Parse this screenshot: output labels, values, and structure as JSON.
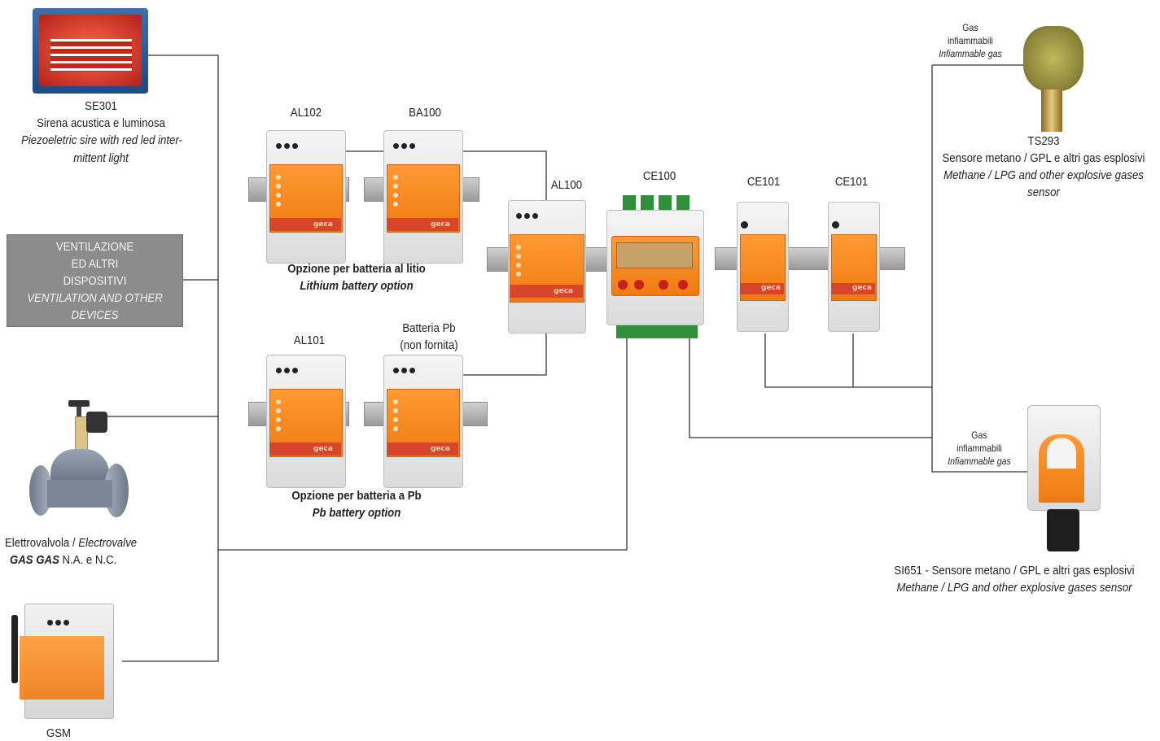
{
  "siren": {
    "code": "SE301",
    "line1": "Sirena acustica e luminosa",
    "line2": "Piezoeletric sire with red led inter-",
    "line3": "mittent light"
  },
  "ventilation": {
    "line1": "VENTILAZIONE",
    "line2": "ED ALTRI",
    "line3": "DISPOSITIVI",
    "line4": "VENTILATION AND OTHER",
    "line5": "DEVICES"
  },
  "valve": {
    "line1a": "Elettrovalvola / ",
    "line1b": "Electrovalve",
    "line2a": "GAS GAS",
    "line2b": " N.A. e N.C."
  },
  "gsm": {
    "label": "GSM"
  },
  "modules": {
    "al102": "AL102",
    "ba100": "BA100",
    "al101": "AL101",
    "batteria_pb_1": "Batteria Pb",
    "batteria_pb_2": "(non fornita)",
    "al100": "AL100",
    "ce100": "CE100",
    "ce101_a": "CE101",
    "ce101_b": "CE101",
    "brand": "geca"
  },
  "options": {
    "lithium_it": "Opzione per batteria al litio",
    "lithium_en": "Lithium battery option",
    "pb_it": "Opzione per batteria a Pb",
    "pb_en": "Pb battery option"
  },
  "ts293": {
    "gas1": "Gas",
    "gas2": "infiammabili",
    "gas3": "Infiammable gas",
    "code": "TS293",
    "line1": "Sensore metano / GPL e altri gas esplosivi",
    "line2": "Methane / LPG and other explosive gases",
    "line3": "sensor"
  },
  "si651": {
    "gas1": "Gas",
    "gas2": "infiammabili",
    "gas3": "Infiammable gas",
    "line1": "SI651 - Sensore metano / GPL e altri gas esplosivi",
    "line2": "Methane / LPG and other explosive gases sensor"
  },
  "colors": {
    "module_orange": "#f07a12",
    "stripe_red": "#d8452a",
    "wire": "#333333",
    "grey_box": "#8c8c8c"
  }
}
